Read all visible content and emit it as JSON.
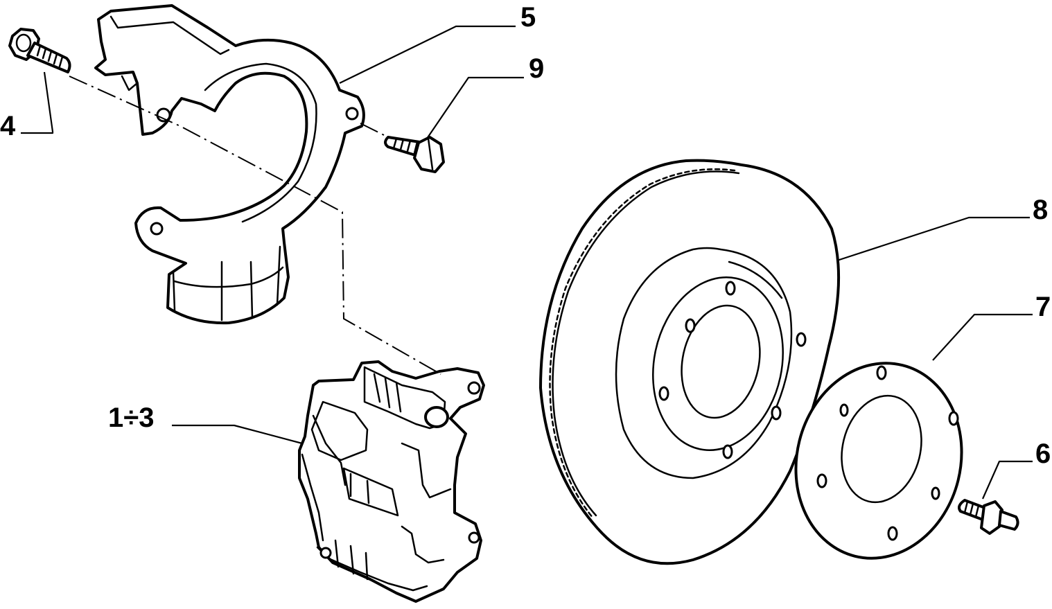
{
  "callouts": {
    "c4": "4",
    "c5": "5",
    "c9": "9",
    "c8": "8",
    "c7": "7",
    "c6": "6",
    "c13": "1÷3"
  },
  "colors": {
    "ink": "#000000",
    "paper": "#ffffff"
  }
}
